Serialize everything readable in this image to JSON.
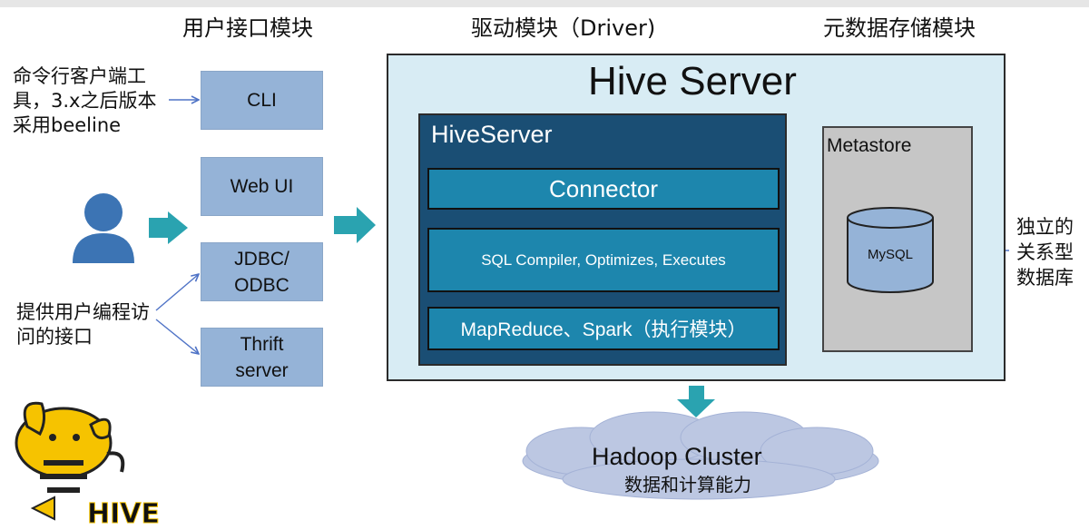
{
  "headers": {
    "user_interface": "用户接口模块",
    "driver": "驱动模块（Driver)",
    "metastore_module": "元数据存储模块"
  },
  "notes": {
    "cli_note_lines": [
      "命令行客户端工",
      "具，3.x之后版本",
      "采用beeline"
    ],
    "api_note_lines": [
      "提供用户编程访",
      "问的接口"
    ],
    "db_note_lines": [
      "独立的",
      "关系型",
      "数据库"
    ]
  },
  "interfaces": {
    "cli": "CLI",
    "web_ui": "Web UI",
    "jdbc_lines": [
      "JDBC/",
      "ODBC"
    ],
    "thrift_lines": [
      "Thrift",
      "server"
    ]
  },
  "hive_server": {
    "title": "Hive Server",
    "inner_title": "HiveServer",
    "connector": "Connector",
    "compiler": "SQL Compiler, Optimizes, Executes",
    "engine": "MapReduce、Spark（执行模块）",
    "metastore": "Metastore",
    "mysql": "MySQL"
  },
  "cluster": {
    "title": "Hadoop Cluster",
    "subtitle": "数据和计算能力"
  },
  "logo": {
    "text": "HIVE"
  },
  "colors": {
    "interface_box": "#95b3d7",
    "server_bg": "#d8ecf4",
    "inner_bg": "#1a4e74",
    "inner_box": "#1d86ad",
    "metastore_bg": "#c6c6c6",
    "db_fill": "#95b3d7",
    "teal_arrow": "#2aa3b0",
    "thin_arrow": "#4f73c6",
    "user_icon": "#3c74b4",
    "cloud": "#bcc7e2"
  }
}
